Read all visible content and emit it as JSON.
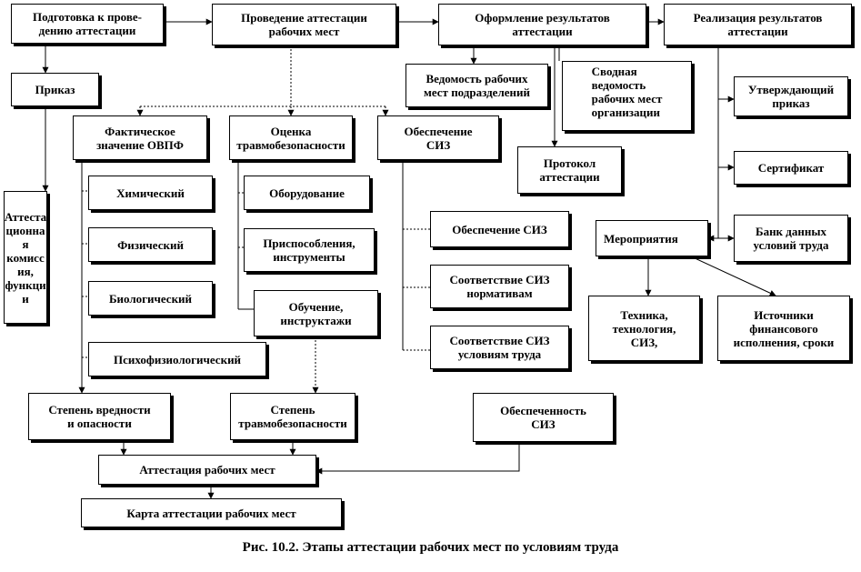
{
  "boxes": {
    "b_prep": "Подготовка к прове-\nдению аттестации",
    "b_cond": "Проведение аттестации\nрабочих мест",
    "b_form": "Оформление результатов\nаттестации",
    "b_real": "Реализация результатов\nаттестации",
    "b_order": "Приказ",
    "b_vedom": "Ведомость рабочих\nмест подразделений",
    "b_svod": "Сводная\nведомость\nрабочих      мест\nорганизации",
    "b_util": "Утверждающий\nприказ",
    "b_fact": "Фактическое\nзначение ОВПФ",
    "b_otsenka": "Оценка\nтравмобезопасности",
    "b_siz": "Обеспечение\nСИЗ",
    "b_protokol": "Протокол\nаттестации",
    "b_sert": "Сертификат",
    "b_komis": "Аттеста\nционна\nя\nкомисс\nия,\nфункци\nи",
    "b_chem": "Химический",
    "b_oborud": "Оборудование",
    "b_siz2": "Обеспечение СИЗ",
    "b_merop": "Мероприятия",
    "b_bank": "Банк данных\nусловий труда",
    "b_phys": "Физический",
    "b_prispos": "Приспособления,\nинструменты",
    "b_sootv_norm": "Соответствие СИЗ\nнормативам",
    "b_bio": "Биологический",
    "b_obuch": "Обучение,\nинструктажи",
    "b_tech": "Техника,\nтехнология,\nСИЗ,",
    "b_istoch": "Источники\nфинансового\nисполнения, сроки",
    "b_sootv_usl": "Соответствие СИЗ\nусловиям труда",
    "b_psych": "Психофизиологический",
    "b_stepen_vr": "Степень вредности\nи опасности",
    "b_stepen_tr": "Степень\nтравмобезопасности",
    "b_obesp": "Обеспеченность\nСИЗ",
    "b_att_rm": "Аттестация рабочих мест",
    "b_karta": "Карта аттестации рабочих мест"
  },
  "caption": "Рис. 10.2. Этапы аттестации рабочих мест по условиям труда"
}
